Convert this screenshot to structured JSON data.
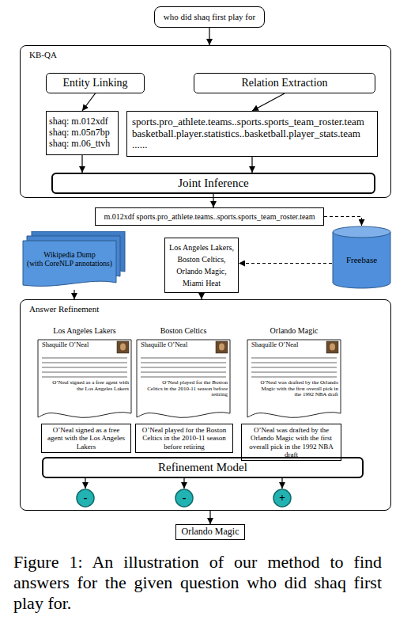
{
  "diagram": {
    "caption": "Figure 1: An illustration of our method to find answers for the given question who did shaq first play for.",
    "nodes": [
      {
        "text": [
          "who did shaq first play for"
        ]
      },
      {
        "text": [
          "KB-QA"
        ]
      },
      {
        "text": [
          "Entity Linking"
        ],
        "in": 1
      },
      {
        "text": [
          "Relation Extraction"
        ],
        "in": 1
      },
      {
        "text": [
          "shaq: m.012xdf shaq: m.05n7bp shaq: m.06_ttvh"
        ],
        "in": 1
      },
      {
        "text": [
          "sports.pro_athlete.teams..sports.sports_team_roster.team basketball.player.statistics..basketball.player_stats.team ......"
        ],
        "in": 1
      },
      {
        "text": [
          "Joint Inference"
        ],
        "in": 1
      },
      {
        "text": [
          "m.012xdf sports.pro_athlete.teams..sports.sports_team_roster.team"
        ]
      },
      {
        "text": [
          "Wikipedia Dump",
          "(with CoreNLP annotations)"
        ]
      },
      {
        "text": [
          "Los Angeles Lakers, Boston Celtics, Orlando Magic, Miami Heat"
        ]
      },
      {
        "text": [
          "Freebase"
        ]
      },
      {
        "text": [
          "Answer Refinement"
        ]
      },
      {
        "text": [
          "Los Angeles Lakers",
          "Shaquille O’Neal",
          "O’Neal signed as a free agent with the Los Angeles Lakers"
        ],
        "in": 11
      },
      {
        "text": [
          "Boston Celtics",
          "Shaquille O’Neal",
          "O’Neal played for the Boston Celtics in the 2010-11 season before retiring"
        ],
        "in": 11
      },
      {
        "text": [
          "Orlando Magic",
          "Shaquille O’Neal",
          "O’Neal was drafted by the Orlando Magic with the first overall pick in the 1992 NBA draft"
        ],
        "in": 11
      },
      {
        "text": [
          "O’Neal signed as a free agent with the Los Angeles Lakers"
        ],
        "in": 11
      },
      {
        "text": [
          "O’Neal played for the Boston Celtics in the 2010-11 season before retiring"
        ],
        "in": 11
      },
      {
        "text": [
          "O’Neal was drafted by the Orlando Magic with the first overall pick in the 1992 NBA draft"
        ],
        "in": 11
      },
      {
        "text": [
          "Refinement Model"
        ],
        "in": 11
      },
      {
        "text": [
          "-"
        ],
        "in": 11
      },
      {
        "text": [
          "-"
        ],
        "in": 11
      },
      {
        "text": [
          "+"
        ],
        "in": 11
      },
      {
        "text": [
          "Orlando Magic"
        ]
      }
    ],
    "edges": [
      {
        "from": 0,
        "to": 1,
        "arrow": "to"
      },
      {
        "from": 2,
        "to": 4,
        "arrow": "to"
      },
      {
        "from": 3,
        "to": 5,
        "arrow": "to"
      },
      {
        "from": 4,
        "to": 6,
        "arrow": "to"
      },
      {
        "from": 5,
        "to": 6,
        "arrow": "to"
      },
      {
        "from": 6,
        "to": 7,
        "arrow": "to"
      },
      {
        "from": 7,
        "to": 10,
        "arrow": "to"
      },
      {
        "from": 10,
        "to": 9,
        "arrow": "to"
      },
      {
        "from": 8,
        "to": 11,
        "arrow": "to"
      },
      {
        "from": 9,
        "to": 11,
        "arrow": "to"
      },
      {
        "from": 18,
        "to": 19,
        "arrow": "to"
      },
      {
        "from": 18,
        "to": 20,
        "arrow": "to"
      },
      {
        "from": 18,
        "to": 21,
        "arrow": "to"
      },
      {
        "from": 11,
        "to": 22,
        "arrow": "to"
      }
    ]
  }
}
